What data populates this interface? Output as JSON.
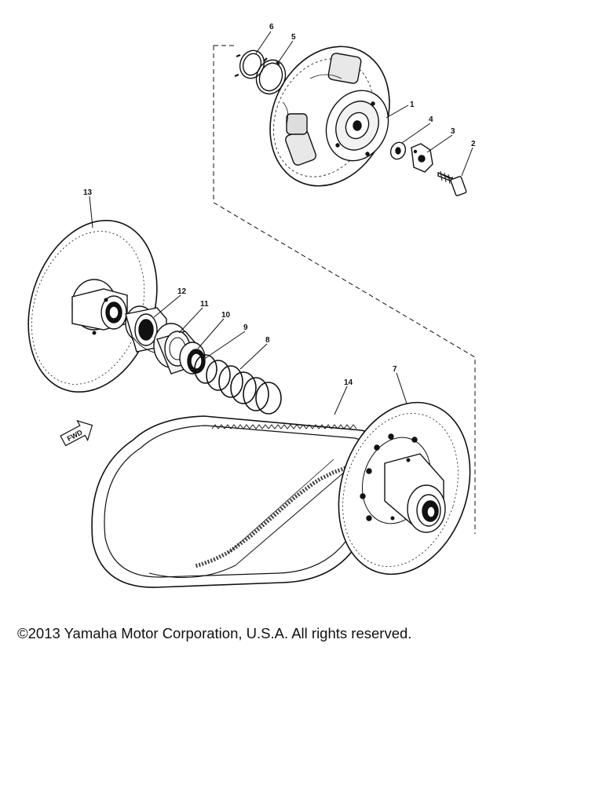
{
  "diagram": {
    "callouts": [
      "1",
      "2",
      "3",
      "4",
      "5",
      "6",
      "7",
      "8",
      "9",
      "10",
      "11",
      "12",
      "13",
      "14"
    ],
    "direction_mark": "FWD"
  },
  "footer": {
    "copyright": "©2013 Yamaha Motor Corporation, U.S.A. All rights reserved."
  }
}
